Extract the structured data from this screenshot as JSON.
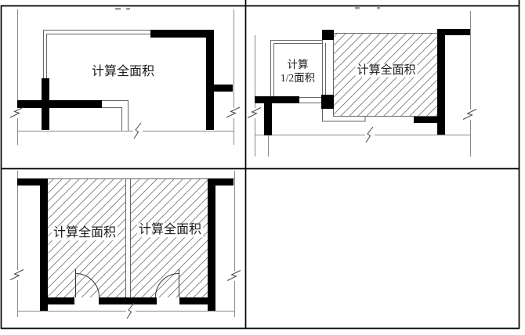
{
  "figure": {
    "title": "building-area-calculation-diagrams",
    "grid": "2x2-bordered-table"
  },
  "colors": {
    "wall_fill": "#000000",
    "grid_border": "#000000",
    "thin_outline": "#666666",
    "axis_line": "#8a8a8a",
    "hatch_line": "#7a7a7a",
    "break_symbol": "#444444",
    "label_text": "#1c1c1c",
    "label_background": "#ffffff"
  },
  "diagrams": {
    "top_left": {
      "full_area_label": "计算全面积"
    },
    "top_right": {
      "half_area_label_line1": "计算",
      "half_area_label_line2": "1/2面积",
      "full_area_label": "计算全面积"
    },
    "bottom_left": {
      "room1_label": "计算全面积",
      "room2_label": "计算全面积"
    },
    "bottom_right": {}
  }
}
